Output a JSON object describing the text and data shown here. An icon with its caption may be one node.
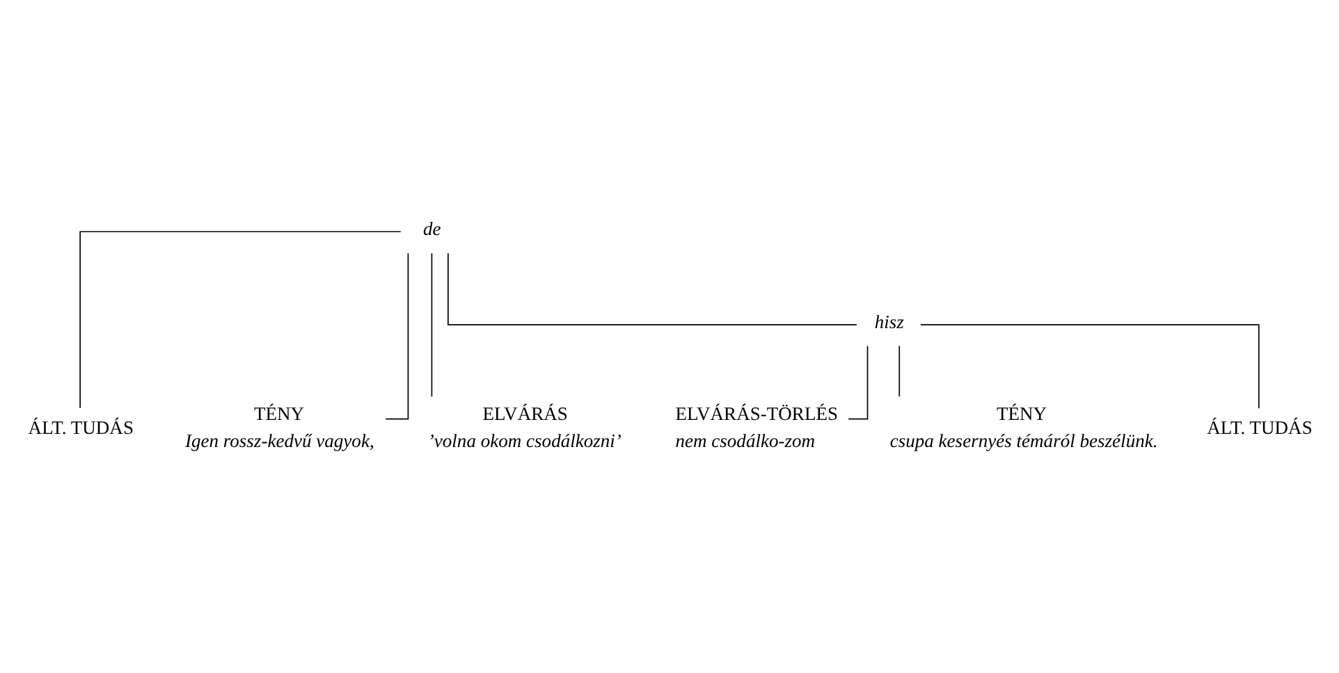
{
  "diagram": {
    "nodes": [
      {
        "text": [
          "de"
        ]
      },
      {
        "text": [
          "hisz"
        ]
      },
      {
        "text": [
          "ÁLT. TUDÁS"
        ]
      },
      {
        "text": [
          "TÉNY"
        ],
        "beside": [
          "Igen rossz-kedvű vagyok,"
        ]
      },
      {
        "text": [
          "ELVÁRÁS"
        ],
        "beside": [
          "’volna okom csodálkozni’"
        ]
      },
      {
        "text": [
          "ELVÁRÁS-TÖRLÉS"
        ],
        "beside": [
          "nem csodálko-zom"
        ]
      },
      {
        "text": [
          "TÉNY"
        ],
        "beside": [
          "csupa kesernyés témáról beszélünk."
        ]
      },
      {
        "text": [
          "ÁLT. TUDÁS"
        ]
      }
    ],
    "edges": [
      {
        "from": 0,
        "to": 2,
        "arrow": "none"
      },
      {
        "from": 0,
        "to": 3,
        "arrow": "none"
      },
      {
        "from": 0,
        "to": 4,
        "arrow": "none"
      },
      {
        "from": 0,
        "to": 1,
        "arrow": "none"
      },
      {
        "from": 1,
        "to": 5,
        "arrow": "none"
      },
      {
        "from": 1,
        "to": 6,
        "arrow": "none"
      },
      {
        "from": 1,
        "to": 7,
        "arrow": "none"
      }
    ]
  }
}
